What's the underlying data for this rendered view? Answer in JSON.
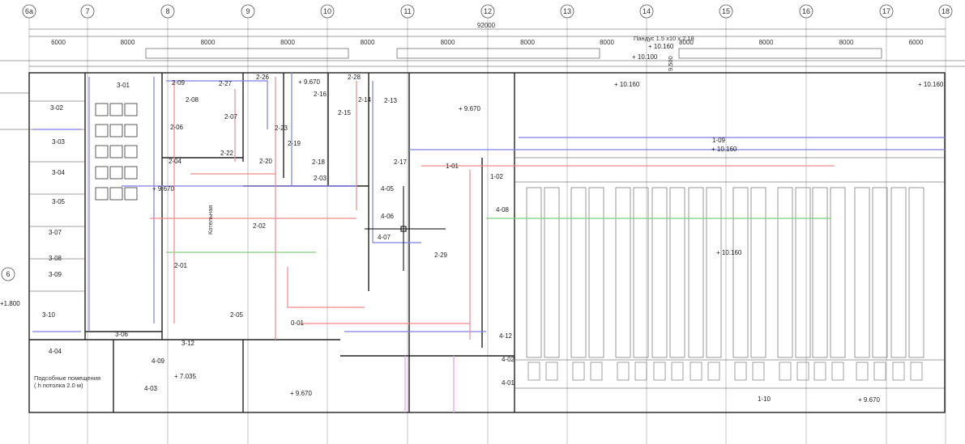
{
  "axes": [
    "6а",
    "7",
    "8",
    "9",
    "10",
    "11",
    "12",
    "13",
    "14",
    "15",
    "16",
    "17",
    "18"
  ],
  "side_axis": "6",
  "spans": [
    "6000",
    "8000",
    "8000",
    "8000",
    "8000",
    "8000",
    "8000",
    "8000",
    "8000",
    "8000",
    "8000",
    "6000"
  ],
  "total_dimension": "92000",
  "rooms": [
    "3-01",
    "3-02",
    "3-03",
    "3-04",
    "3-05",
    "3-06",
    "3-07",
    "3-08",
    "3-09",
    "3-10",
    "3-12",
    "2-01",
    "2-02",
    "2-03",
    "2-04",
    "2-05",
    "2-06",
    "2-07",
    "2-08",
    "2-09",
    "2-13",
    "2-14",
    "2-15",
    "2-16",
    "2-17",
    "2-18",
    "2-19",
    "2-20",
    "2-22",
    "2-23",
    "2-26",
    "2-27",
    "2-28",
    "2-29",
    "1-01",
    "1-02",
    "1-09",
    "1-10",
    "4-01",
    "4-02",
    "4-03",
    "4-04",
    "4-05",
    "4-06",
    "4-07",
    "4-08",
    "4-09",
    "4-12",
    "0-01"
  ],
  "elevations": [
    "+ 9.670",
    "+ 9.670",
    "+ 9.670",
    "+ 9.670",
    "+ 9.670",
    "+ 10.160",
    "+ 10.160",
    "+ 10.160",
    "+ 10.160",
    "+ 10.100",
    "+ 10.160",
    "+ 7.035",
    "+1.800"
  ],
  "notes": {
    "podsobnye": "Подсобные помещения",
    "ceiling": "( h потолка 2.0 м)",
    "ramp_label": "Пандус 1.5 х10 х 2.18",
    "ramp_elev": "+ 10.160",
    "stair_label": "Котельная",
    "height": "9.500"
  },
  "colors": {
    "supply": "#7f7fe8",
    "exhaust": "#f08a8a",
    "fresh": "#7fd07f",
    "other": "#e6a0e6"
  }
}
